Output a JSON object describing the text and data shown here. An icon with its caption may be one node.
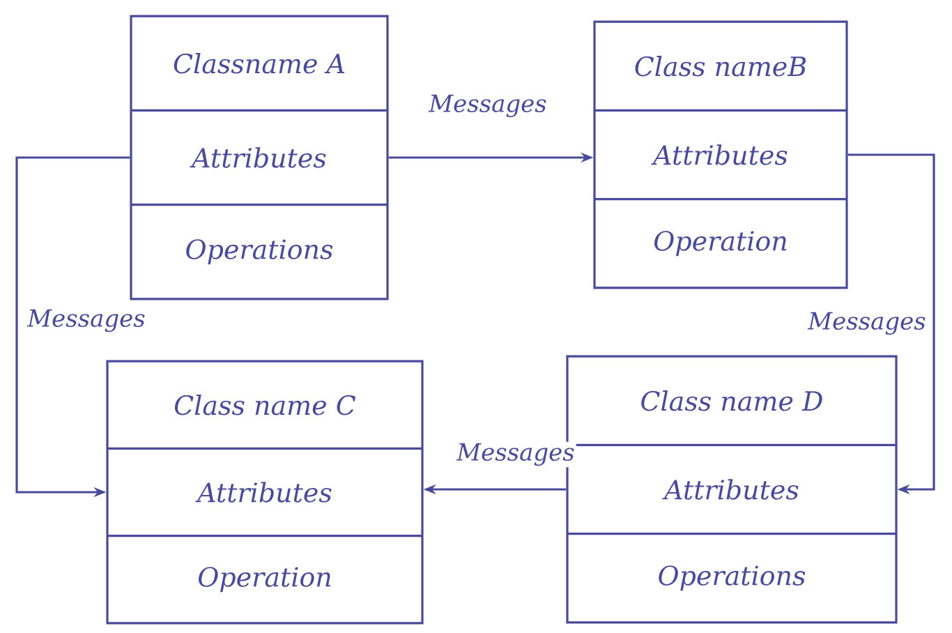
{
  "diagram": {
    "nodes": [
      {
        "text": [
          "Classname A",
          "Attributes",
          "Operations"
        ]
      },
      {
        "text": [
          "Class nameB",
          "Attributes",
          "Operation"
        ]
      },
      {
        "text": [
          "Class name C",
          "Attributes",
          "Operation"
        ]
      },
      {
        "text": [
          "Class name D",
          "Attributes",
          "Operations"
        ]
      }
    ],
    "edges": [
      {
        "from": 0,
        "to": 1,
        "arrow": "to",
        "label": "Messages"
      },
      {
        "from": 1,
        "to": 3,
        "arrow": "to",
        "label": "Messages"
      },
      {
        "from": 3,
        "to": 2,
        "arrow": "to",
        "label": "Messages"
      },
      {
        "from": 0,
        "to": 2,
        "arrow": "to",
        "label": "Messages"
      }
    ]
  }
}
